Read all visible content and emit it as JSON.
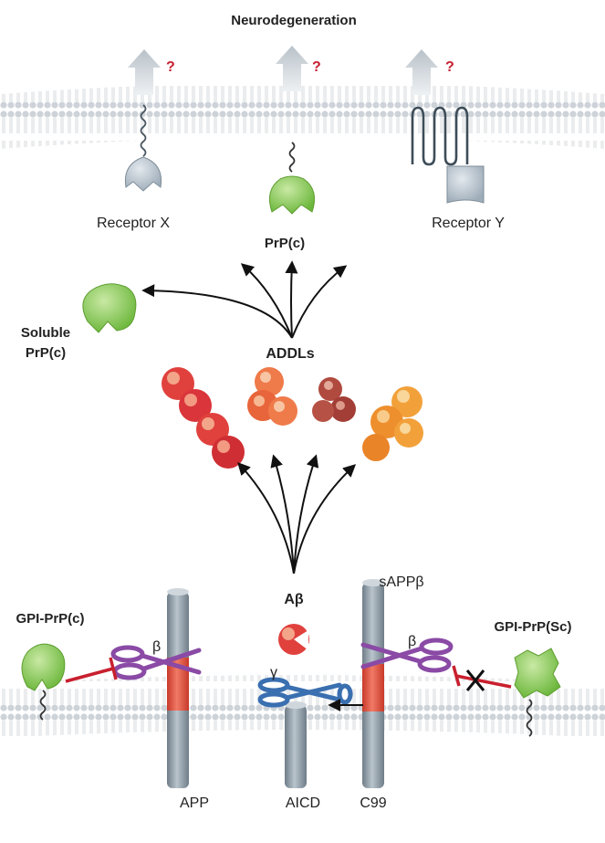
{
  "top_label": "Neurodegeneration",
  "question_mark": "?",
  "receptors": {
    "receptor_x": "Receptor X",
    "prp_c": "PrP(c)",
    "receptor_y": "Receptor Y"
  },
  "soluble_prp": {
    "line1": "Soluble",
    "line2": "PrP(c)"
  },
  "addls_label": "ADDLs",
  "abeta_label": "Aβ",
  "sappb_label": "sAPPβ",
  "gpi_prp_c": "GPI-PrP(c)",
  "gpi_prp_sc": "GPI-PrP(Sc)",
  "beta_symbol": "β",
  "gamma_symbol": "γ",
  "bottom_labels": {
    "app": "APP",
    "aicd": "AICD",
    "c99": "C99"
  },
  "colors": {
    "membrane_head": "#c9cfd4",
    "prp_green": "#7cc144",
    "receptor_grey": "#b7c3cc",
    "app_rod": "#8c9aa5",
    "app_band": "#e8523e",
    "scissors_beta": "#8a4aa5",
    "scissors_gamma": "#3a6fb0",
    "inhibit_red": "#c8202f",
    "question_red": "#c8202f"
  }
}
